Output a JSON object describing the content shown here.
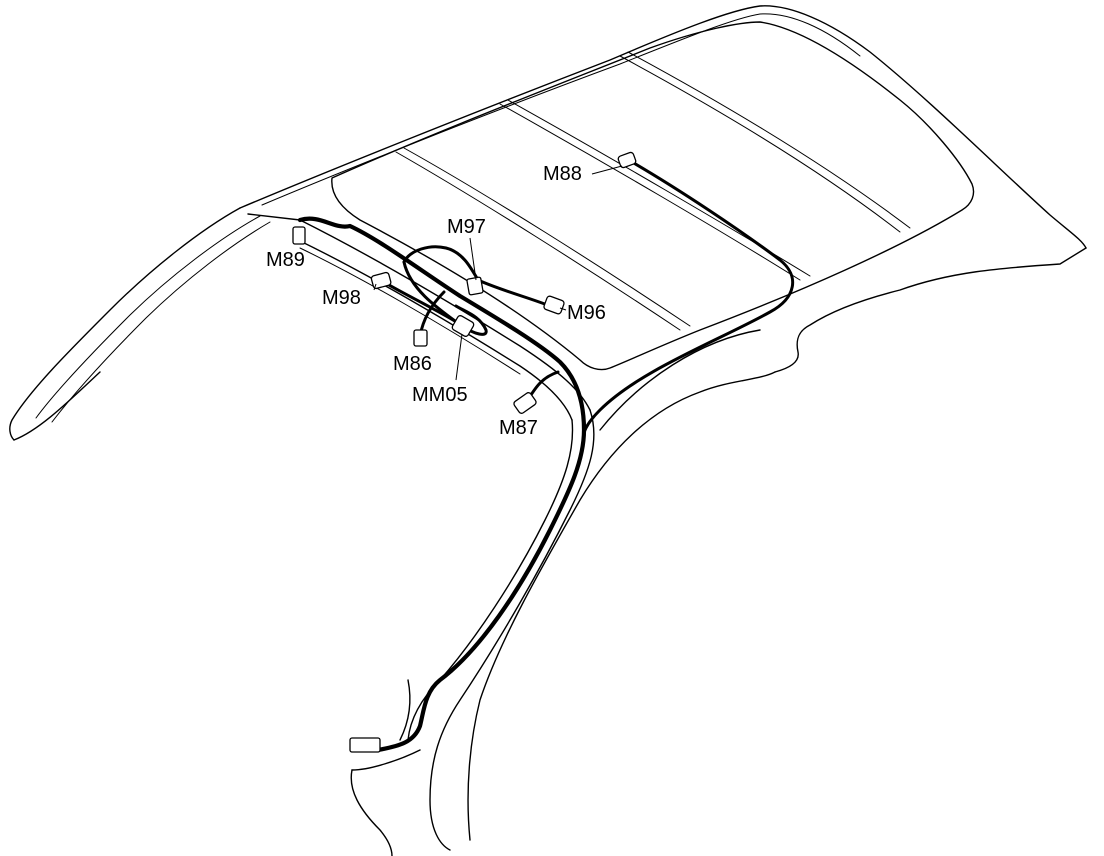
{
  "diagram": {
    "connectors": [
      {
        "id": "m88",
        "label": "M88"
      },
      {
        "id": "m97",
        "label": "M97"
      },
      {
        "id": "m89",
        "label": "M89"
      },
      {
        "id": "m98",
        "label": "M98"
      },
      {
        "id": "m96",
        "label": "M96"
      },
      {
        "id": "m86",
        "label": "M86"
      },
      {
        "id": "mm05",
        "label": "MM05"
      },
      {
        "id": "m87",
        "label": "M87"
      }
    ]
  }
}
